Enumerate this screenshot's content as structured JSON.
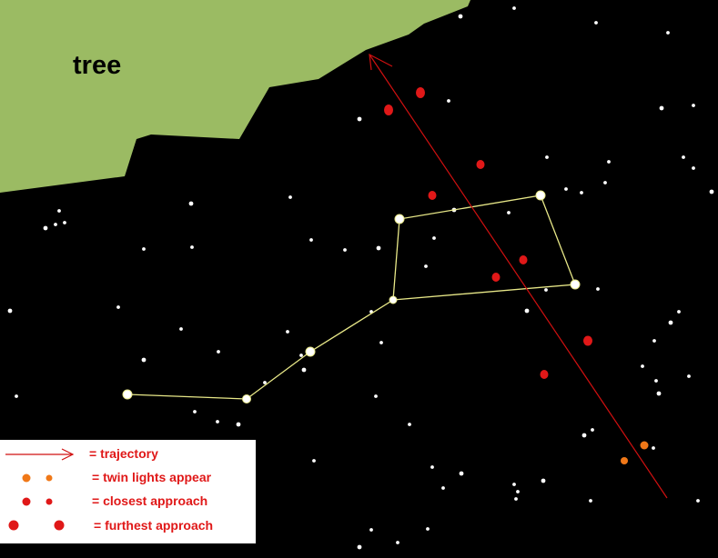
{
  "scene": {
    "tree_label": "tree",
    "colors": {
      "sky": "#000000",
      "tree": "#9bbb63",
      "constellation_line": "#e8e888",
      "trajectory": "#d01010",
      "red_light": "#e01818",
      "orange_light": "#f07818",
      "star": "#ffffff"
    }
  },
  "legend": {
    "items": [
      {
        "symbol": "arrow",
        "label": "= trajectory"
      },
      {
        "symbol": "small-orange-dots",
        "label": "= twin lights appear"
      },
      {
        "symbol": "small-red-dots",
        "label": "= closest approach"
      },
      {
        "symbol": "large-red-dots",
        "label": "= furthest approach"
      }
    ]
  }
}
